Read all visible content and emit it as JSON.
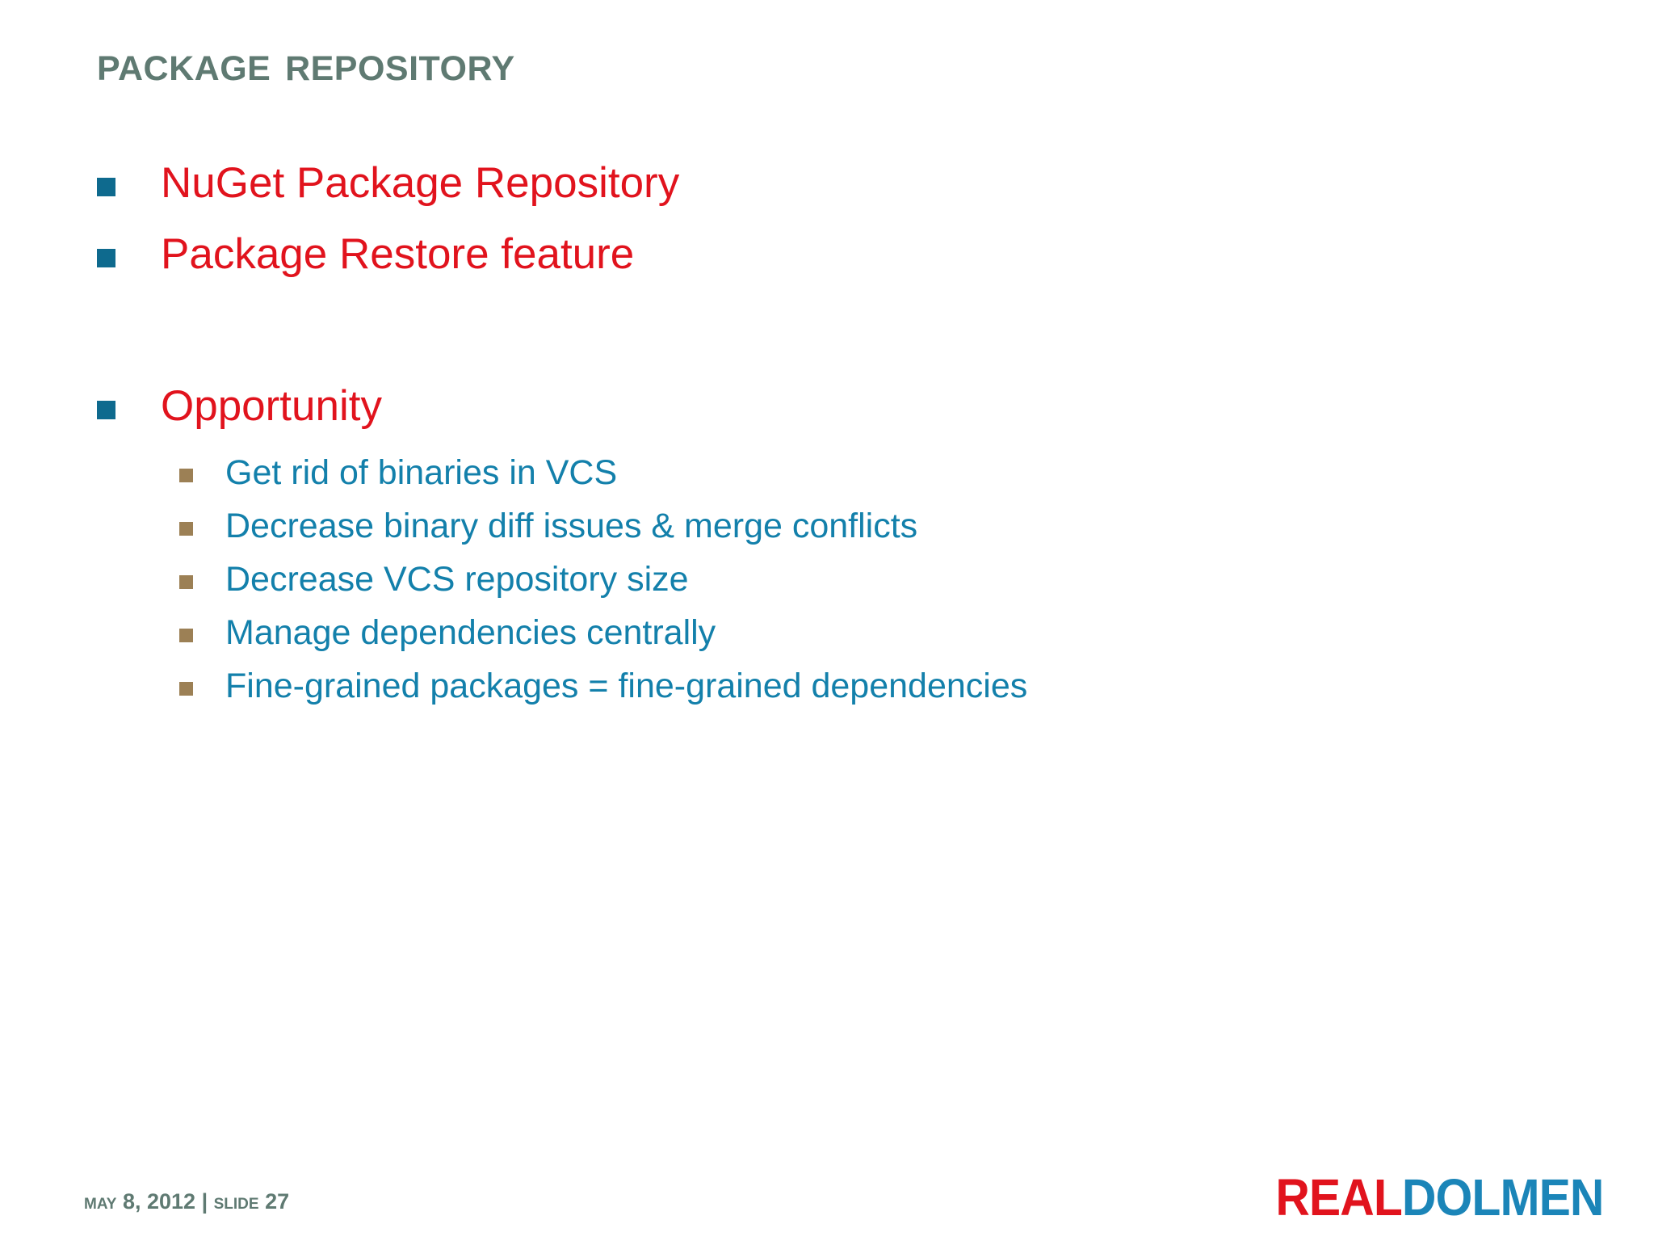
{
  "slide": {
    "title": "Package Repository",
    "background": "#ffffff"
  },
  "colors": {
    "title": "#5f7a72",
    "level1_text": "#e1131d",
    "level1_marker": "#0e6a8e",
    "level2_text": "#1380ab",
    "level2_marker": "#9c8055",
    "footer_text": "#5f7a72",
    "logo_red": "#e1131d",
    "logo_blue": "#1b85b8"
  },
  "content": {
    "level1": [
      {
        "label": "NuGet Package Repository"
      },
      {
        "label": "Package Restore feature"
      },
      {
        "label": "Opportunity"
      }
    ],
    "level2": [
      {
        "label": "Get rid of binaries in VCS"
      },
      {
        "label": "Decrease binary diff issues & merge conflicts"
      },
      {
        "label": "Decrease VCS repository size"
      },
      {
        "label": "Manage dependencies centrally"
      },
      {
        "label": "Fine-grained packages = fine-grained dependencies"
      }
    ]
  },
  "footer": {
    "date_slide": "May 8, 2012 | Slide 27",
    "logo_part1": "REAL",
    "logo_part2": "DOLMEN"
  }
}
